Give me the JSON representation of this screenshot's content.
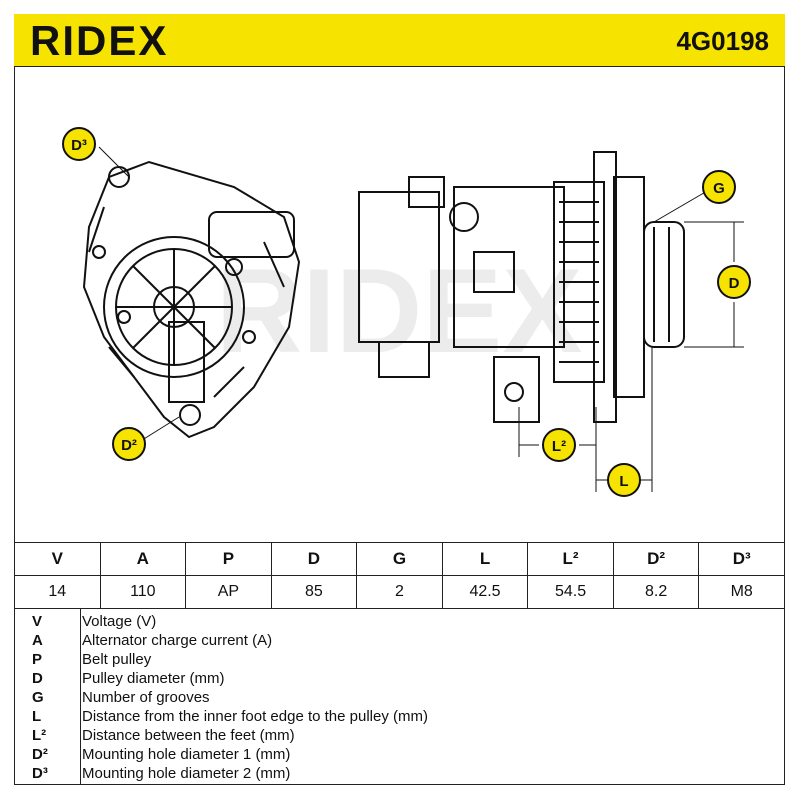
{
  "header": {
    "brand": "RIDEX",
    "part_number": "4G0198",
    "accent_color": "#f7e300"
  },
  "callouts": {
    "d3": "D³",
    "d2": "D²",
    "g": "G",
    "d": "D",
    "l2": "L²",
    "l": "L"
  },
  "spec_table": {
    "headers": [
      "V",
      "A",
      "P",
      "D",
      "G",
      "L",
      "L²",
      "D²",
      "D³"
    ],
    "values": [
      "14",
      "110",
      "AP",
      "85",
      "2",
      "42.5",
      "54.5",
      "8.2",
      "M8"
    ]
  },
  "legend": [
    {
      "key": "V",
      "text": "Voltage (V)"
    },
    {
      "key": "A",
      "text": "Alternator charge current (A)"
    },
    {
      "key": "P",
      "text": "Belt pulley"
    },
    {
      "key": "D",
      "text": "Pulley diameter (mm)"
    },
    {
      "key": "G",
      "text": "Number of grooves"
    },
    {
      "key": "L",
      "text": "Distance from the inner foot edge to the pulley (mm)"
    },
    {
      "key": "L²",
      "text": "Distance between the feet (mm)"
    },
    {
      "key": "D²",
      "text": "Mounting hole diameter 1 (mm)"
    },
    {
      "key": "D³",
      "text": "Mounting hole diameter 2 (mm)"
    }
  ]
}
